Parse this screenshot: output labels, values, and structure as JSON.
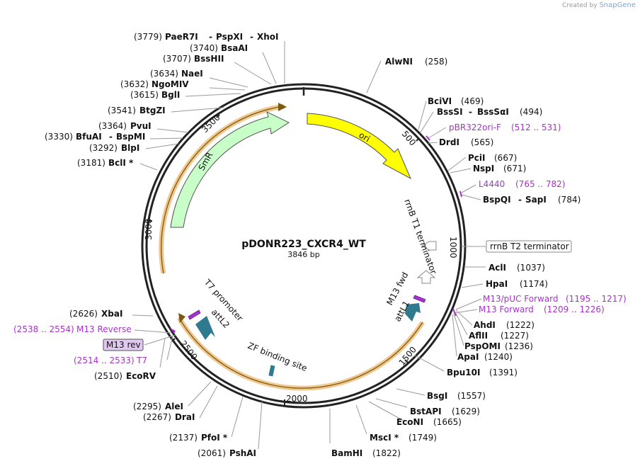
{
  "credit": {
    "prefix": "Created by",
    "brand": "SnapGene"
  },
  "plasmid": {
    "name": "pDONR223_CXCR4_WT",
    "size": "3846 bp"
  },
  "colors": {
    "ori": "#ffff00",
    "smr": "#c8ffc8",
    "primer": "#a633cc",
    "att": "#2f7a8e",
    "orf": "#f0c890"
  },
  "ticks": [
    "500",
    "1000",
    "1500",
    "2000",
    "2500",
    "3000",
    "3500"
  ],
  "features": {
    "ori": "ori",
    "smr": "SmR",
    "rrnb_t1": "rrnB T1 terminator",
    "rrnb_t2": "rrnB T2 terminator",
    "m13_fwd": "M13 fwd",
    "attl1": "attL1",
    "attl2": "attL2",
    "t7_promoter": "T7 promoter",
    "zf": "ZF binding site",
    "m13_rev": "M13 rev"
  },
  "sites": [
    {
      "pre": "(3779)",
      "name": "PaeR7I",
      "extra": [
        "PspXI",
        "XhoI"
      ],
      "post": ""
    },
    {
      "pre": "(3740)",
      "name": "BsaAI",
      "post": ""
    },
    {
      "pre": "(3707)",
      "name": "BssHII",
      "post": ""
    },
    {
      "pre": "(3634)",
      "name": "NaeI",
      "post": ""
    },
    {
      "pre": "(3632)",
      "name": "NgoMIV",
      "post": ""
    },
    {
      "pre": "(3615)",
      "name": "BglI",
      "post": ""
    },
    {
      "pre": "(3541)",
      "name": "BtgZI",
      "post": ""
    },
    {
      "pre": "(3364)",
      "name": "PvuI",
      "post": ""
    },
    {
      "pre": "(3330)",
      "name": "BfuAI",
      "extra": [
        "BspMI"
      ],
      "post": ""
    },
    {
      "pre": "(3292)",
      "name": "BlpI",
      "post": ""
    },
    {
      "pre": "(3181)",
      "name": "BclI *",
      "post": ""
    },
    {
      "pre": "(2626)",
      "name": "XbaI",
      "post": ""
    },
    {
      "pre": "(2510)",
      "name": "EcoRV",
      "post": ""
    },
    {
      "pre": "(2295)",
      "name": "AleI",
      "post": ""
    },
    {
      "pre": "(2267)",
      "name": "DraI",
      "post": ""
    },
    {
      "pre": "(2137)",
      "name": "PfoI *",
      "post": ""
    },
    {
      "pre": "(2061)",
      "name": "PshAI",
      "post": ""
    },
    {
      "pre": "",
      "name": "BamHI",
      "post": "(1822)"
    },
    {
      "pre": "",
      "name": "MscI *",
      "post": "(1749)"
    },
    {
      "pre": "",
      "name": "EcoNI",
      "post": "(1665)"
    },
    {
      "pre": "",
      "name": "BstAPI",
      "post": "(1629)"
    },
    {
      "pre": "",
      "name": "BsgI",
      "post": "(1557)"
    },
    {
      "pre": "",
      "name": "Bpu10I",
      "post": "(1391)"
    },
    {
      "pre": "",
      "name": "ApaI",
      "post": "(1240)"
    },
    {
      "pre": "",
      "name": "PspOMI",
      "post": "(1236)"
    },
    {
      "pre": "",
      "name": "AflII",
      "post": "(1227)"
    },
    {
      "pre": "",
      "name": "AhdI",
      "post": "(1222)"
    },
    {
      "pre": "",
      "name": "HpaI",
      "post": "(1174)"
    },
    {
      "pre": "",
      "name": "AclI",
      "post": "(1037)"
    },
    {
      "pre": "",
      "name": "BspQI",
      "extra": [
        "SapI"
      ],
      "post": "(784)"
    },
    {
      "pre": "",
      "name": "NspI",
      "post": "(671)"
    },
    {
      "pre": "",
      "name": "PciI",
      "post": "(667)"
    },
    {
      "pre": "",
      "name": "DrdI",
      "post": "(565)"
    },
    {
      "pre": "",
      "name": "BssSI",
      "extra": [
        "BssSαI"
      ],
      "post": "(494)"
    },
    {
      "pre": "",
      "name": "BciVI",
      "post": "(469)"
    },
    {
      "pre": "",
      "name": "AlwNI",
      "post": "(258)"
    }
  ],
  "primers": [
    {
      "name": "pBR322ori-F",
      "range": "(512 .. 531)"
    },
    {
      "name": "L4440",
      "range": "(765 .. 782)"
    },
    {
      "name": "M13/pUC Forward",
      "range": "(1195 .. 1217)"
    },
    {
      "name": "M13 Forward",
      "range": "(1209 .. 1226)"
    },
    {
      "name": "M13 Reverse",
      "range": "(2538 .. 2554)"
    },
    {
      "name": "T7",
      "range": "(2514 .. 2533)"
    }
  ]
}
